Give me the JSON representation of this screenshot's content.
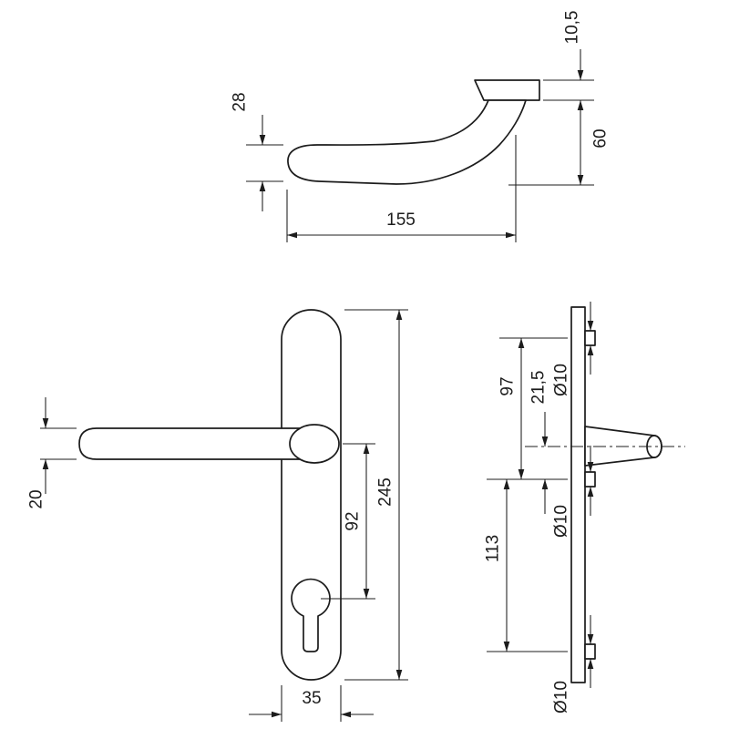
{
  "page": {
    "background": "#ffffff",
    "line_color": "#1c1c1c"
  },
  "drawing": {
    "handle_side_view": {
      "dim_grip_height": "28",
      "dim_neck_offset": "10,5",
      "dim_height": "60",
      "dim_length": "155"
    },
    "front_view": {
      "dim_lever_thickness": "20",
      "dim_handle_to_cylinder": "92",
      "dim_plate_length": "245",
      "dim_plate_width": "35"
    },
    "plate_side_view": {
      "dim_top_hole_spacing": "97",
      "dim_handle_to_hole": "21,5",
      "dim_bottom_hole_spacing": "113",
      "dim_hole_dia_top": "Ø10",
      "dim_hole_dia_middle": "Ø10",
      "dim_hole_dia_bottom": "Ø10"
    }
  }
}
